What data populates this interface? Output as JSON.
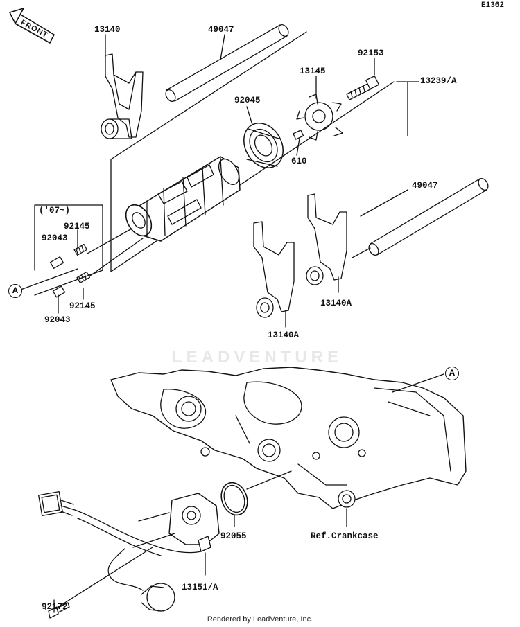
{
  "header": {
    "diagram_code": "E1362"
  },
  "orientation": {
    "front_label": "FRONT"
  },
  "watermark": "LEADVENTURE",
  "footer": {
    "text": "Rendered by LeadVenture, Inc."
  },
  "callouts": {
    "a_left": "A",
    "a_right": "A"
  },
  "labels": {
    "fork_upper": "13140",
    "shaft_upper": "49047",
    "bolt": "92153",
    "cam": "13145",
    "drum_assy": "13239/A",
    "bearing": "92045",
    "pin": "610",
    "shaft_lower": "49047",
    "year_note": "('07~)",
    "spring_upper": "92145",
    "plunger_upper": "92043",
    "spring_lower": "92145",
    "plunger_lower": "92043",
    "fork_lower_right": "13140A",
    "fork_lower_left": "13140A",
    "oring": "92055",
    "crankcase_ref": "Ref.Crankcase",
    "sensor": "13151/A",
    "sensor_bolt": "92172"
  }
}
